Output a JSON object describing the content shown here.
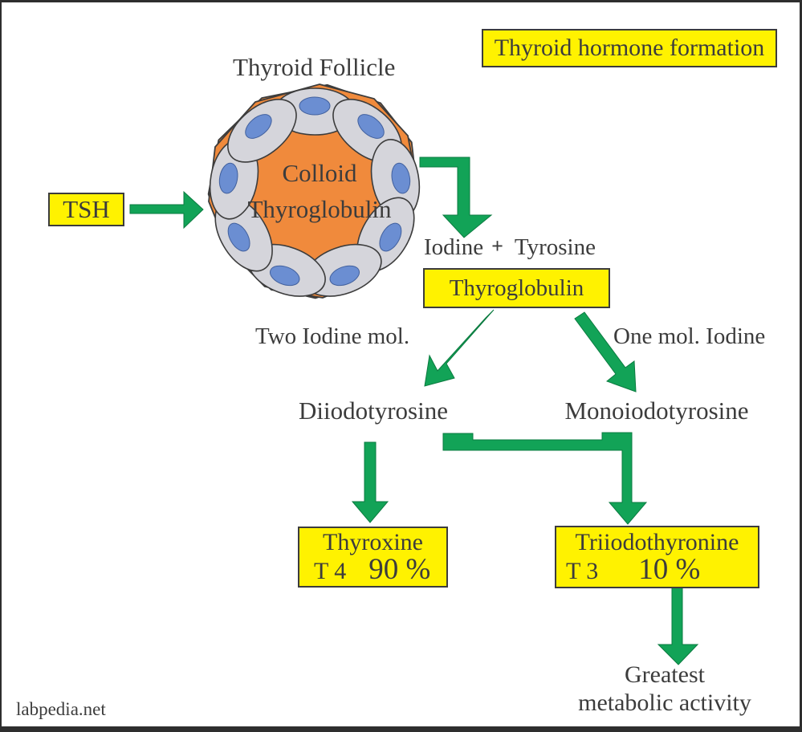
{
  "title": "Thyroid hormone formation",
  "follicle": {
    "heading": "Thyroid Follicle",
    "content_line1": "Colloid",
    "content_line2": "Thyroglobulin"
  },
  "tsh_label": "TSH",
  "synthesis": {
    "iodine": "Iodine",
    "plus": "+",
    "tyrosine": "Tyrosine",
    "thyroglobulin": "Thyroglobulin"
  },
  "branches": {
    "left_note": "Two Iodine mol.",
    "right_note": "One mol. Iodine",
    "left_product": "Diiodotyrosine",
    "right_product": "Monoiodotyrosine"
  },
  "hormones": {
    "t4": {
      "name": "Thyroxine",
      "symbol": "T 4",
      "share": "90 %"
    },
    "t3": {
      "name": "Triiodothyronine",
      "symbol": "T 3",
      "share": "10 %"
    }
  },
  "note": {
    "line1": "Greatest",
    "line2": "metabolic activity"
  },
  "watermark": "labpedia.net",
  "colors": {
    "box_yellow": "#FFF200",
    "arrow_green": "#12A357",
    "follicle_orange": "#F08A3C",
    "cell_gray": "#D5D5DB",
    "nucleus_blue": "#6B8ED2",
    "text_dark": "#3C3C3C"
  }
}
